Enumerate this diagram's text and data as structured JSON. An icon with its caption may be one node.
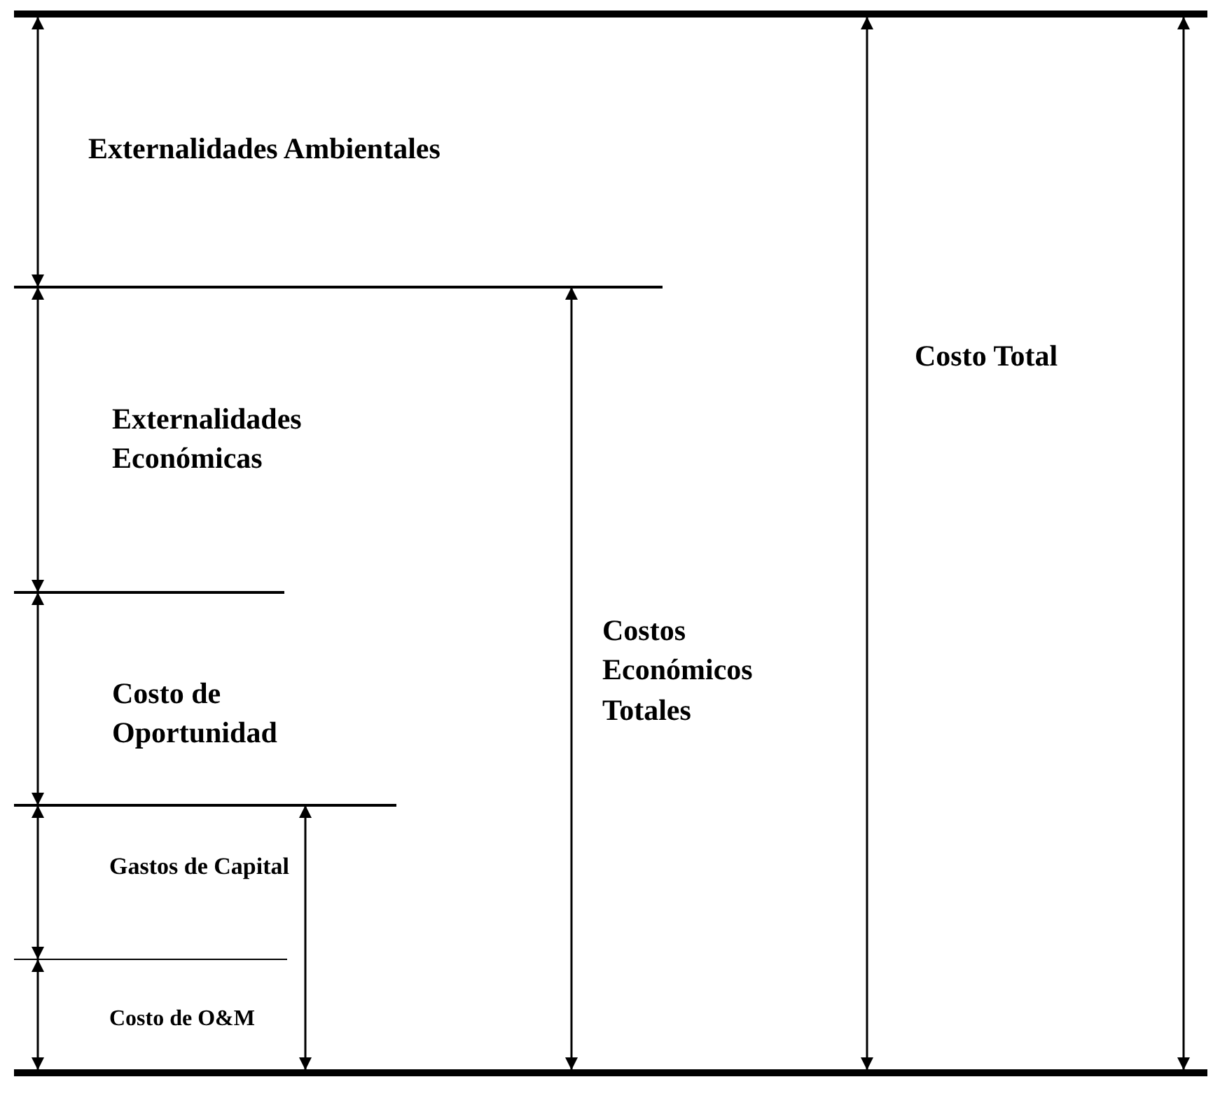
{
  "diagram": {
    "labels": [
      "Externalidades Ambientales",
      "Costo Total",
      "Externalidades Económicas",
      "Costos Económicos Totales",
      "Costo de Oportunidad",
      "Gastos de Capital",
      "Costo de O&M"
    ]
  }
}
